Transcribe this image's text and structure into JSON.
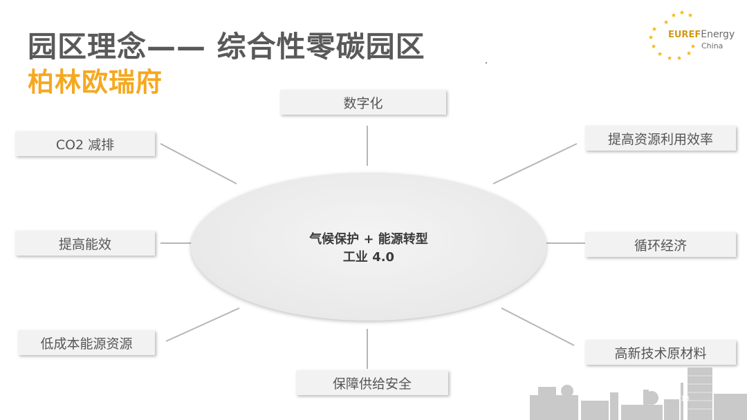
{
  "title": {
    "line1": "园区理念—— 综合性零碳园区",
    "line2": "柏林欧瑞府"
  },
  "logo": {
    "brand": "EUREF",
    "energy": "Energy",
    "sub": "China",
    "icon": "star-ring-icon",
    "star_color": "#f5b400"
  },
  "center": {
    "line1": "气候保护 + 能源转型",
    "line2": "工业 4.0"
  },
  "nodes": {
    "top": "数字化",
    "co2": "CO2 减排",
    "resource": "提高资源利用效率",
    "efficiency": "提高能效",
    "circular": "循环经济",
    "lowcost": "低成本能源资源",
    "materials": "高新技术原材料",
    "supply": "保障供给安全"
  },
  "page_number": "13",
  "colors": {
    "accent": "#f5a820",
    "title_gray": "#595959",
    "box_bg": "#f2f2f2",
    "line": "#b5b5b5"
  }
}
